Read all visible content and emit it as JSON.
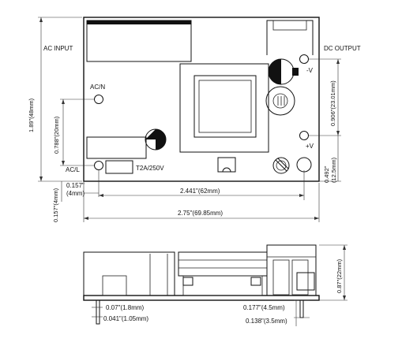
{
  "labels": {
    "ac_input": "AC INPUT",
    "dc_output": "DC OUTPUT",
    "ac_n": "AC/N",
    "ac_l": "AC/L",
    "fuse": "T2A/250V",
    "minus_v": "-V",
    "plus_v": "+V"
  },
  "dimensions": {
    "height_total": "1.89\"(48mm)",
    "ac_spacing": "0.788\"(20mm)",
    "acl_offset_a": "0.157\"",
    "acl_offset_b": "(4mm)",
    "bottom_offset": "0.157\"(4mm)",
    "output_spacing": "0.906\"(23.01mm)",
    "output_offset_a": "0.492\"",
    "output_offset_b": "(12.5mm)",
    "pin_span": "2.441\"(62mm)",
    "board_length": "2.75\"(69.85mm)",
    "side_height": "0.87\"(22mm)",
    "pin_len_a": "0.07\"(1.8mm)",
    "pin_len_b": "0.041\"(1.05mm)",
    "pin_len_c": "0.177\"(4.5mm)",
    "pin_len_d": "0.138\"(3.5mm)"
  }
}
